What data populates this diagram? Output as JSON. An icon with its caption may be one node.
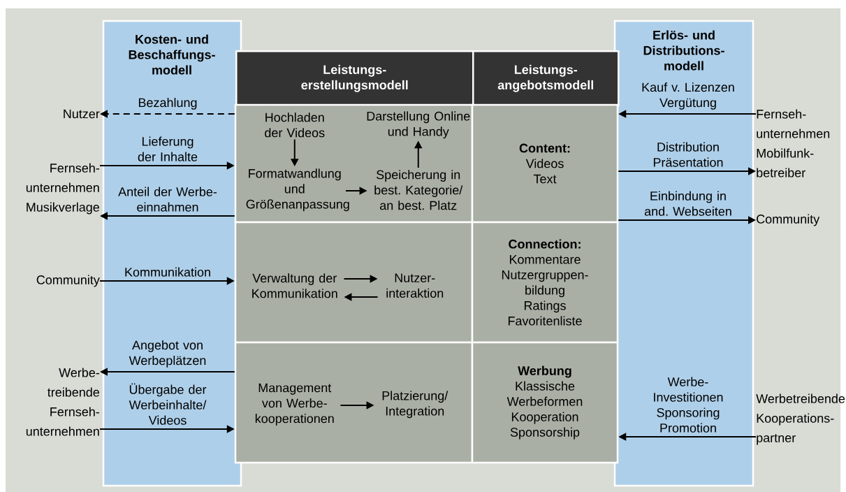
{
  "diagram": {
    "nodes": [
      {
        "text": [
          "Kosten- und Beschaffungs- modell"
        ]
      },
      {
        "text": [
          "Leistungs- erstellungsmodell"
        ]
      },
      {
        "text": [
          "Leistungs- angebotsmodell"
        ]
      },
      {
        "text": [
          "Erlös- und Distributions- modell"
        ]
      },
      {
        "text": [],
        "shape": "box"
      },
      {
        "text": [
          "Hochladen der Videos"
        ],
        "in": 4
      },
      {
        "text": [
          "Formatwandlung und Größenanpassung"
        ],
        "in": 4
      },
      {
        "text": [
          "Speicherung in best. Kategorie/ an best. Platz"
        ],
        "in": 4
      },
      {
        "text": [
          "Darstellung Online und Handy"
        ],
        "in": 4
      },
      {
        "text": [
          "Content:",
          "Videos",
          "Text"
        ]
      },
      {
        "text": [],
        "shape": "box"
      },
      {
        "text": [
          "Verwaltung der Kommunikation"
        ],
        "in": 10
      },
      {
        "text": [
          "Nutzer- interaktion"
        ],
        "in": 10
      },
      {
        "text": [
          "Connection:",
          "Kommentare",
          "Nutzergruppen- bildung",
          "Ratings",
          "Favoritenliste"
        ]
      },
      {
        "text": [],
        "shape": "box"
      },
      {
        "text": [
          "Management von Werbe- kooperationen"
        ],
        "in": 14
      },
      {
        "text": [
          "Platzierung/ Integration"
        ],
        "in": 14
      },
      {
        "text": [
          "Werbung",
          "Klassische Werbeformen",
          "Kooperation",
          "Sponsorship"
        ]
      },
      {
        "text": [
          "Nutzer"
        ]
      },
      {
        "text": [
          "Fernseh- unternehmen Musikverlage"
        ]
      },
      {
        "text": [
          "Community"
        ]
      },
      {
        "text": [
          "Werbe- treibende Fernseh- unternehmen"
        ]
      },
      {
        "text": [
          "Fernseh- unternehmen Mobilfunk- betreiber"
        ]
      },
      {
        "text": [
          "Community"
        ]
      },
      {
        "text": [
          "Werbetreibende Kooperations- partner"
        ]
      }
    ],
    "edges": [
      {
        "from": 4,
        "to": 18,
        "arrow": "to",
        "label": "Bezahlung",
        "style": "dashed"
      },
      {
        "from": 19,
        "to": 4,
        "arrow": "to",
        "label": "Lieferung der Inhalte"
      },
      {
        "from": 4,
        "to": 19,
        "arrow": "to",
        "label": "Anteil der Werbe- einnahmen"
      },
      {
        "from": 20,
        "to": 10,
        "arrow": "to",
        "label": "Kommunikation"
      },
      {
        "from": 14,
        "to": 21,
        "arrow": "to",
        "label": "Angebot von Werbeplätzen"
      },
      {
        "from": 21,
        "to": 14,
        "arrow": "to",
        "label": "Übergabe der Werbeinhalte/ Videos"
      },
      {
        "from": 22,
        "to": 9,
        "arrow": "to",
        "label": "Kauf v. Lizenzen Vergütung"
      },
      {
        "from": 9,
        "to": 22,
        "arrow": "to",
        "label": "Distribution Präsentation"
      },
      {
        "from": 9,
        "to": 23,
        "arrow": "to",
        "label": "Einbindung in and. Webseiten"
      },
      {
        "from": 24,
        "to": 17,
        "arrow": "to",
        "label": "Werbe- Investitionen Sponsoring Promotion"
      },
      {
        "from": 5,
        "to": 6,
        "arrow": "to"
      },
      {
        "from": 6,
        "to": 7,
        "arrow": "to"
      },
      {
        "from": 7,
        "to": 8,
        "arrow": "to"
      },
      {
        "from": 11,
        "to": 12,
        "arrow": "to"
      },
      {
        "from": 12,
        "to": 11,
        "arrow": "to"
      },
      {
        "from": 15,
        "to": 16,
        "arrow": "to"
      }
    ]
  }
}
